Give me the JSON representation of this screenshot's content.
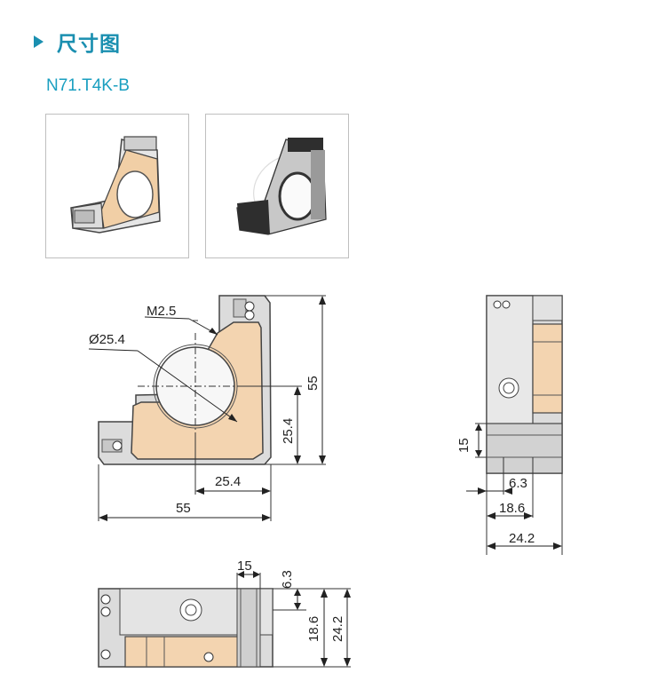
{
  "header": {
    "title": "尺寸图",
    "model": "N71.T4K-B"
  },
  "front_view": {
    "thread": "M2.5",
    "aperture": "Ø25.4",
    "height": "55",
    "center_height": "25.4",
    "center_offset": "25.4",
    "width": "55"
  },
  "side_view": {
    "d15": "15",
    "d63": "6.3",
    "d186": "18.6",
    "d242": "24.2"
  },
  "top_view": {
    "d15": "15",
    "d63": "6.3",
    "d186": "18.6",
    "d242": "24.2"
  },
  "colors": {
    "accent": "#1a8fb0",
    "body": "#f3d4b0",
    "frame": "#d8d8d8"
  }
}
